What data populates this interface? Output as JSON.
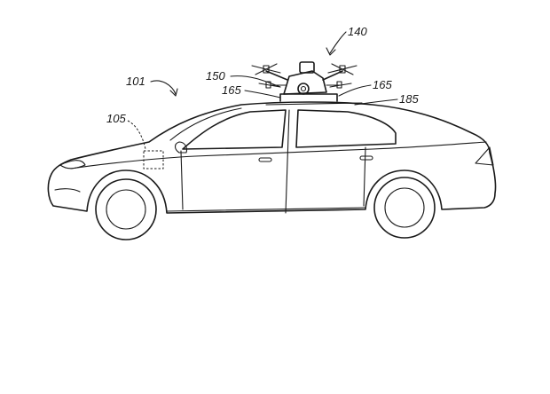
{
  "labels": {
    "vehicle": "101",
    "component_105": "105",
    "drone": "140",
    "component_150": "150",
    "mount_left": "165",
    "mount_right": "165",
    "roof_185": "185"
  }
}
